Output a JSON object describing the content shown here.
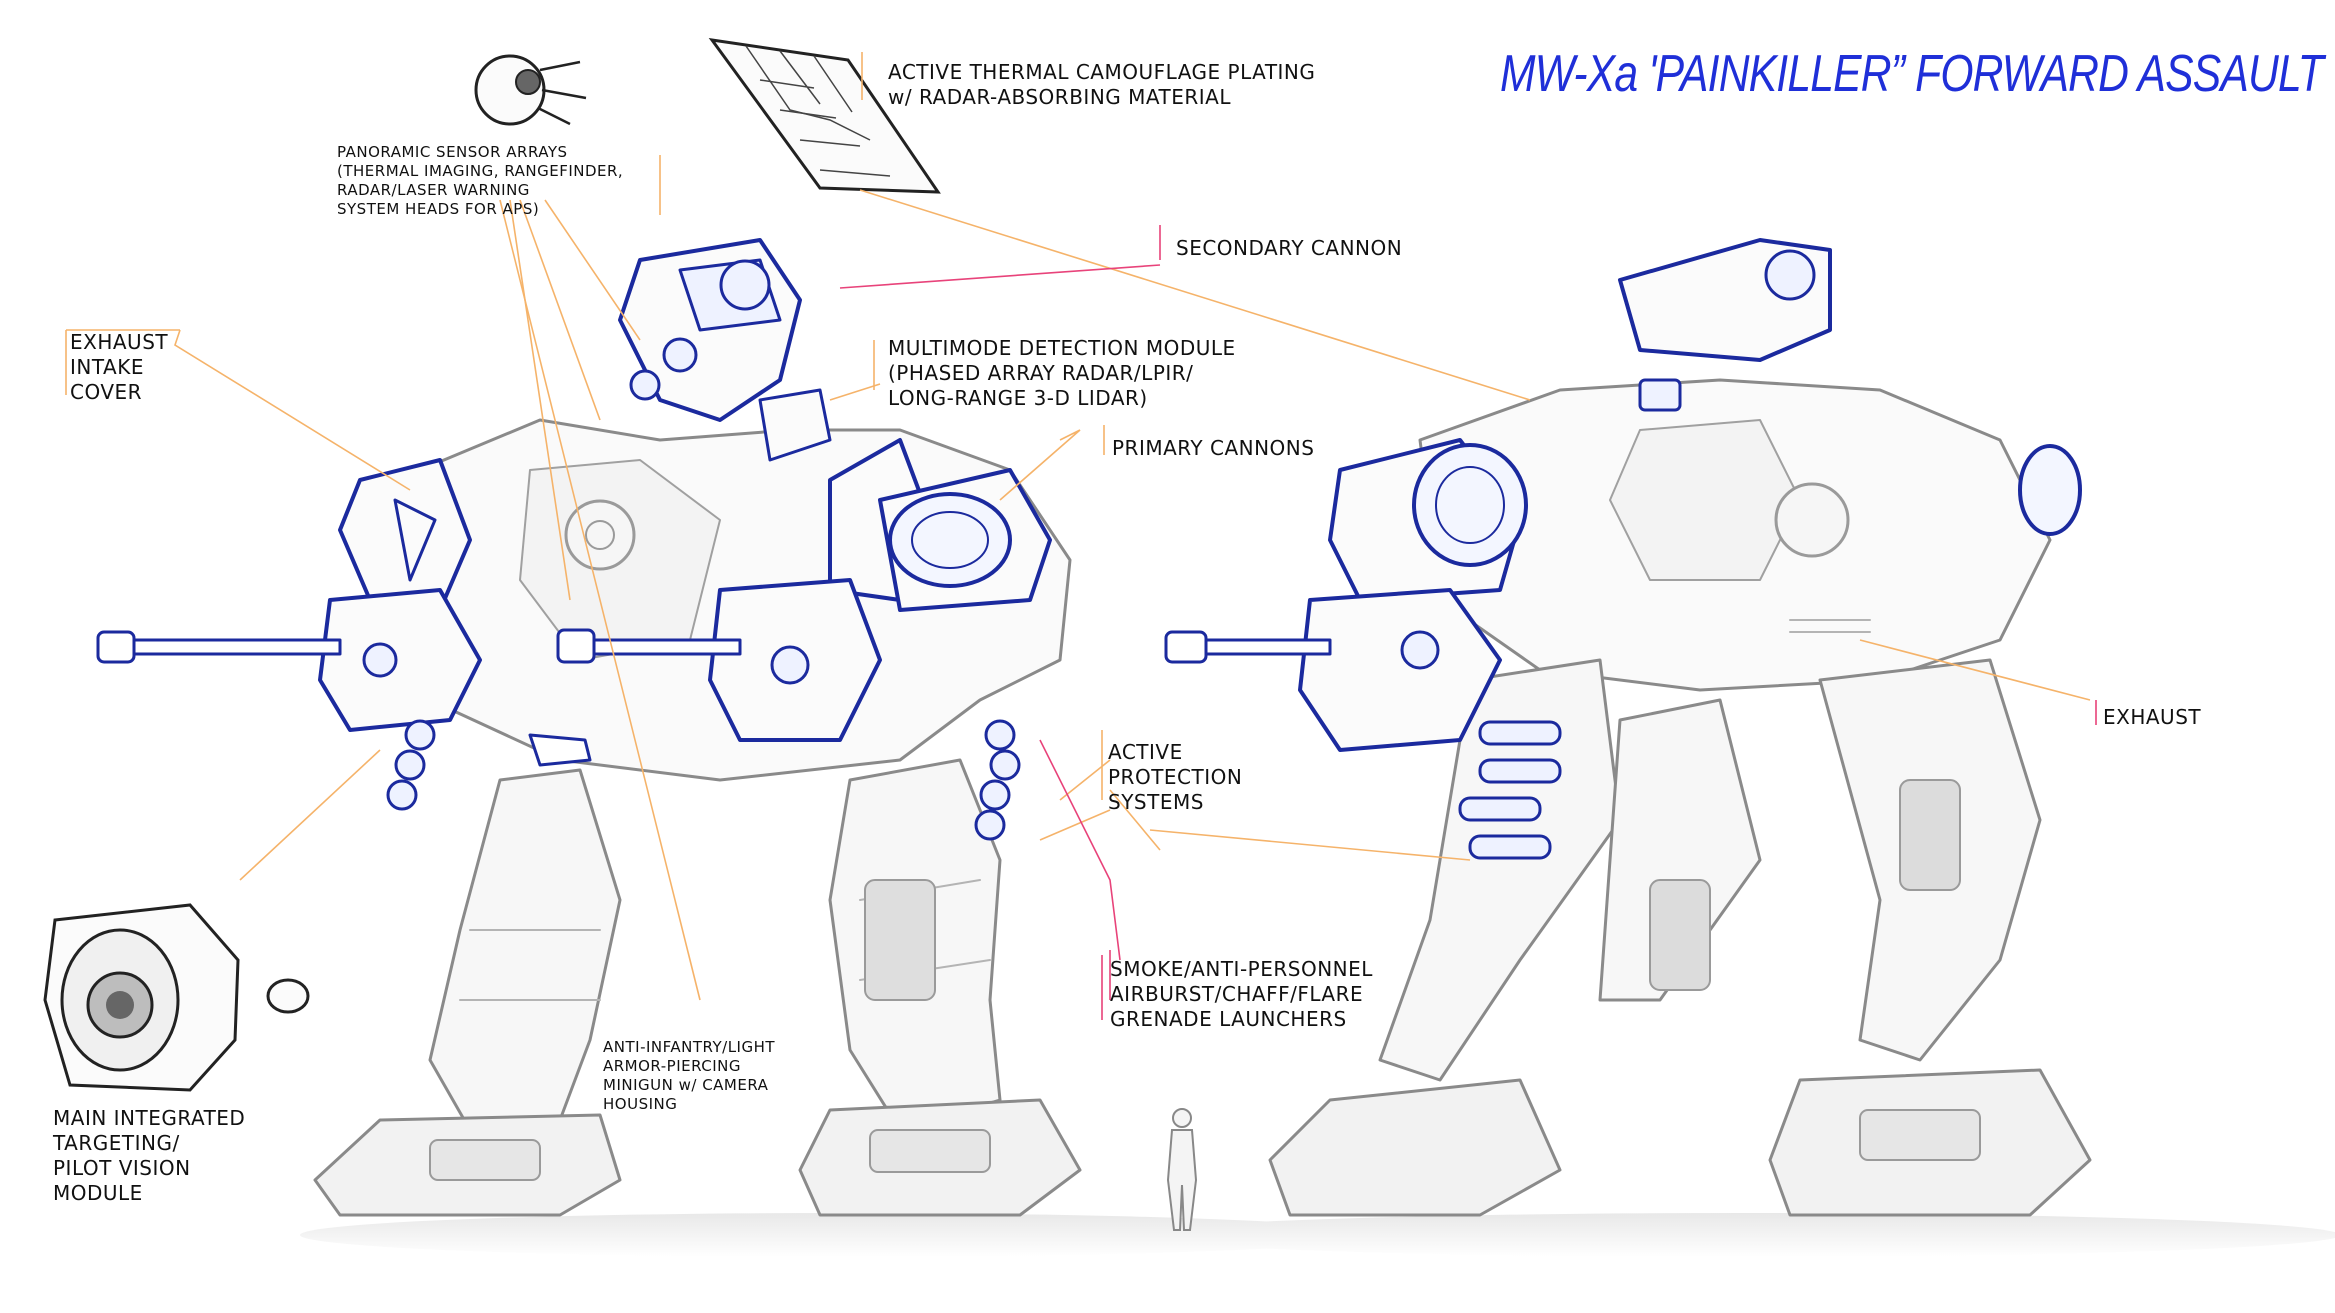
{
  "title": "MW-Xa 'PAINKILLER” FORWARD ASSAULT UNIT",
  "colors": {
    "title": "#1f2fd8",
    "leader_orange": "#f5b36a",
    "leader_pink": "#e8437a",
    "mech_blue": "#1b2a9e",
    "mech_gray": "#9a9a9a"
  },
  "callouts": {
    "thermal_camo": "ACTIVE THERMAL CAMOUFLAGE PLATING\nw/ RADAR-ABSORBING MATERIAL",
    "sensor_arrays": "PANORAMIC SENSOR ARRAYS\n(THERMAL IMAGING, RANGEFINDER,\nRADAR/LASER WARNING\nSYSTEM HEADS FOR APS)",
    "secondary_cannon": "SECONDARY CANNON",
    "exhaust_intake": "EXHAUST\nINTAKE\nCOVER",
    "detection_module": "MULTIMODE DETECTION MODULE\n(PHASED ARRAY RADAR/LPIR/\nLONG-RANGE 3-D LIDAR)",
    "primary_cannons": "PRIMARY CANNONS",
    "exhaust": "EXHAUST",
    "aps": "ACTIVE\nPROTECTION\nSYSTEMS",
    "grenade_launchers": "SMOKE/ANTI-PERSONNEL\nAIRBURST/CHAFF/FLARE\nGRENADE LAUNCHERS",
    "minigun": "ANTI-INFANTRY/LIGHT\nARMOR-PIERCING\nMINIGUN w/ CAMERA\nHOUSING",
    "targeting_module": "MAIN INTEGRATED\nTARGETING/\nPILOT VISION\nMODULE"
  }
}
